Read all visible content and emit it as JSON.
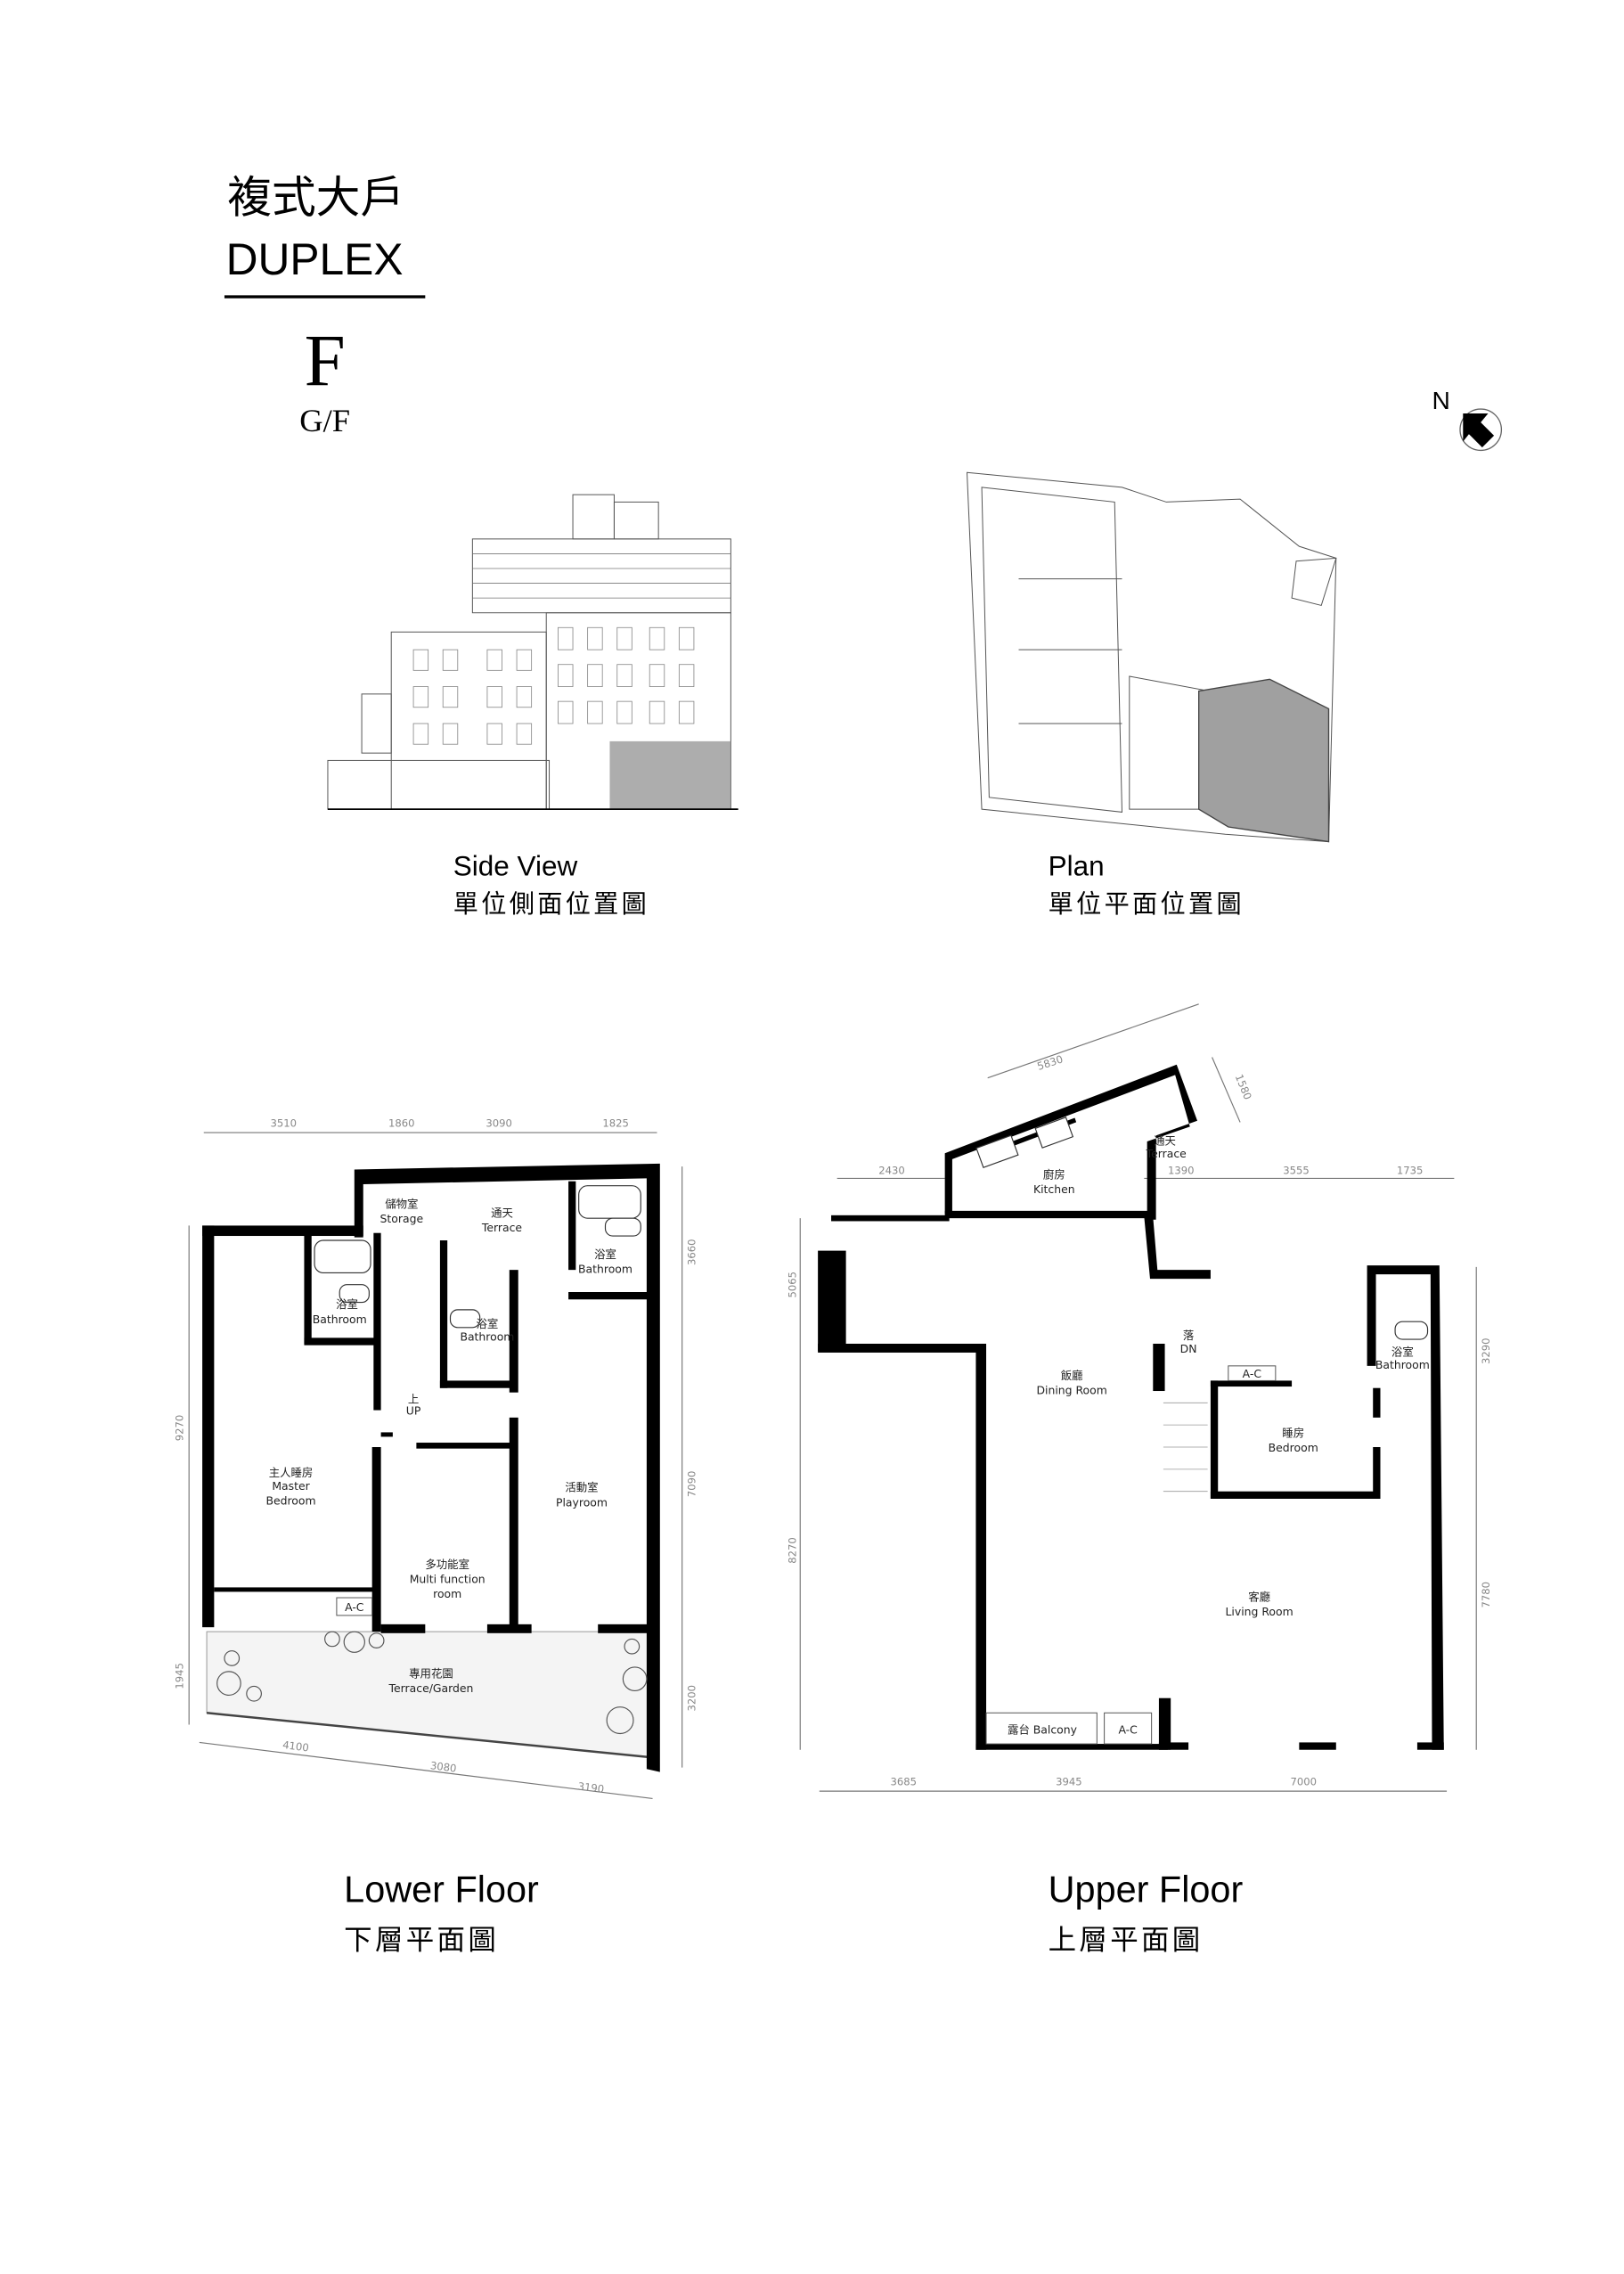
{
  "header": {
    "title_zh": "複式大戶",
    "title_en": "DUPLEX",
    "unit": "F",
    "floor": "G/F"
  },
  "compass": {
    "label": "N"
  },
  "side_view": {
    "caption_en": "Side View",
    "caption_zh": "單位側面位置圖"
  },
  "plan": {
    "caption_en": "Plan",
    "caption_zh": "單位平面位置圖"
  },
  "lower_floor": {
    "caption_en": "Lower Floor",
    "caption_zh": "下層平面圖",
    "rooms": {
      "storage_zh": "儲物室",
      "storage_en": "Storage",
      "terrace_zh": "通天",
      "terrace_en": "Terrace",
      "bath1_zh": "浴室",
      "bath1_en": "Bathroom",
      "bath2_zh": "浴室",
      "bath2_en": "Bathroom",
      "bath3_zh": "浴室",
      "bath3_en": "Bathroom",
      "up_zh": "上",
      "up_en": "UP",
      "master_zh": "主人睡房",
      "master_en1": "Master",
      "master_en2": "Bedroom",
      "play_zh": "活動室",
      "play_en": "Playroom",
      "multi_zh": "多功能室",
      "multi_en1": "Multi function",
      "multi_en2": "room",
      "ac": "A-C",
      "garden_zh": "專用花園",
      "garden_en": "Terrace/Garden"
    },
    "dims": {
      "top": [
        "3510",
        "1860",
        "3090",
        "1825"
      ],
      "left": [
        "9270",
        "1945"
      ],
      "right": [
        "3660",
        "7090",
        "3200"
      ],
      "bottom": [
        "4100",
        "3080",
        "3190"
      ]
    }
  },
  "upper_floor": {
    "caption_en": "Upper Floor",
    "caption_zh": "上層平面圖",
    "rooms": {
      "terrace_zh": "通天",
      "terrace_en": "Terrace",
      "kitchen_zh": "廚房",
      "kitchen_en": "Kitchen",
      "down_zh": "落",
      "down_en": "DN",
      "dining_zh": "飯廳",
      "dining_en": "Dining Room",
      "ac1": "A-C",
      "bath_zh": "浴室",
      "bath_en": "Bathroom",
      "bed_zh": "睡房",
      "bed_en": "Bedroom",
      "living_zh": "客廳",
      "living_en": "Living Room",
      "balcony": "露台 Balcony",
      "ac2": "A-C"
    },
    "dims": {
      "diag": [
        "5830",
        "1580"
      ],
      "top": [
        "2430",
        "1390",
        "3555",
        "1735"
      ],
      "left": [
        "5065",
        "8270"
      ],
      "right": [
        "3290",
        "7780"
      ],
      "bottom": [
        "3685",
        "3945",
        "7000"
      ]
    }
  }
}
